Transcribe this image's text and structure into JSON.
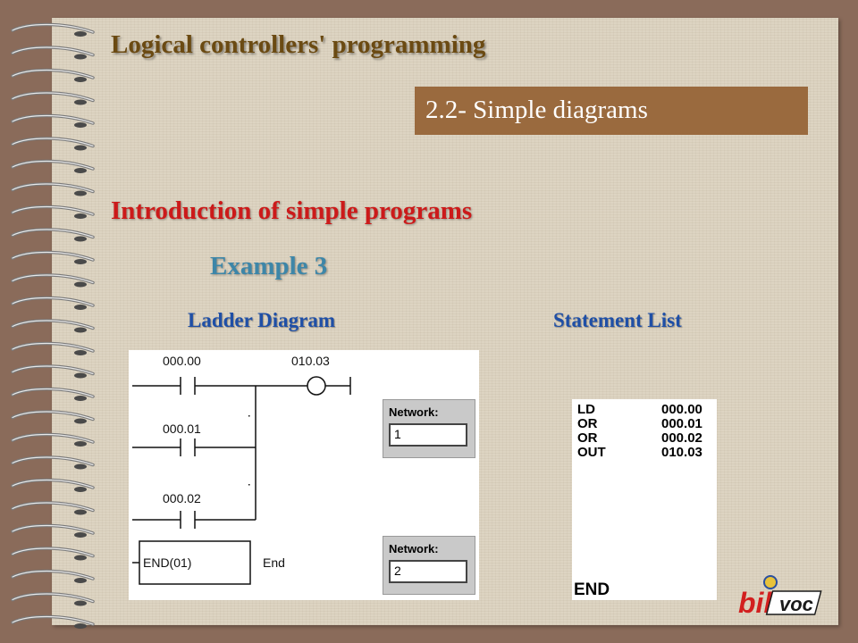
{
  "header": {
    "title": "Logical controllers' programming"
  },
  "section": {
    "label": "2.2- Simple diagrams"
  },
  "intro": {
    "heading": "Introduction of simple programs"
  },
  "example": {
    "label": "Example 3"
  },
  "ladder": {
    "heading": "Ladder Diagram",
    "contacts": [
      "000.00",
      "000.01",
      "000.02"
    ],
    "coil": "010.03",
    "end_instruction": "END(01)",
    "end_comment": "End",
    "networks": [
      {
        "label": "Network:",
        "value": "1"
      },
      {
        "label": "Network:",
        "value": "2"
      }
    ]
  },
  "statement": {
    "heading": "Statement List",
    "rows": [
      {
        "op": "LD",
        "arg": "000.00"
      },
      {
        "op": "OR",
        "arg": "000.01"
      },
      {
        "op": "OR",
        "arg": "000.02"
      },
      {
        "op": "OUT",
        "arg": "010.03"
      }
    ],
    "end": "END"
  },
  "logo": {
    "text_left": "bil",
    "text_right": "voc"
  },
  "colors": {
    "title": "#6b4a12",
    "section_bg": "#9a6a3e",
    "intro": "#cc1a1a",
    "example": "#3d86a8",
    "labels": "#1f4fa6"
  }
}
